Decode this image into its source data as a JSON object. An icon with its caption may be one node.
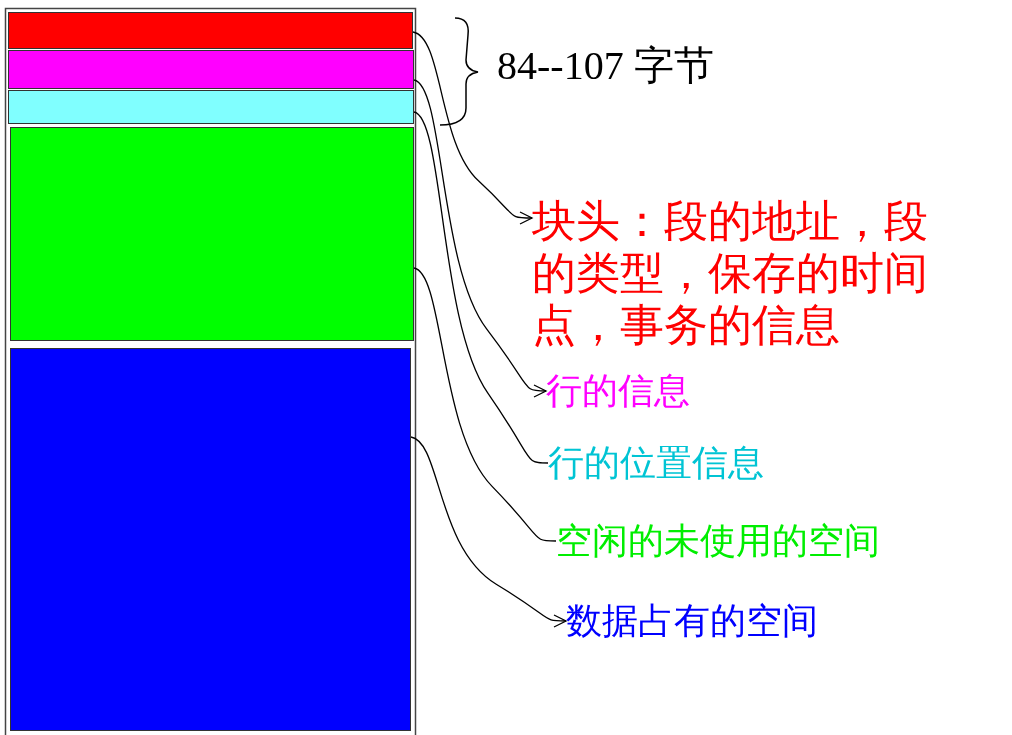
{
  "diagram": {
    "nodes": [
      {
        "text": [],
        "shape": "bar"
      },
      {
        "text": [],
        "shape": "bar"
      },
      {
        "text": [],
        "shape": "bar"
      },
      {
        "text": [],
        "shape": "bar"
      },
      {
        "text": [],
        "shape": "bar"
      },
      {
        "text": [
          "块头：段的地址，段的类型，保存的时间点，事务的信息"
        ]
      },
      {
        "text": [
          "行的信息"
        ]
      },
      {
        "text": [
          "行的位置信息"
        ]
      },
      {
        "text": [
          "空闲的未使用的空间"
        ]
      },
      {
        "text": [
          "数据占有的空间"
        ]
      }
    ],
    "edges": [
      {
        "from": 0,
        "to": 5,
        "arrow": "to"
      },
      {
        "from": 1,
        "to": 6,
        "arrow": "to"
      },
      {
        "from": 2,
        "to": 7,
        "arrow": "none"
      },
      {
        "from": 3,
        "to": 8,
        "arrow": "none"
      },
      {
        "from": 4,
        "to": 9,
        "arrow": "to"
      }
    ],
    "labels": [
      "84--107 字节"
    ]
  }
}
